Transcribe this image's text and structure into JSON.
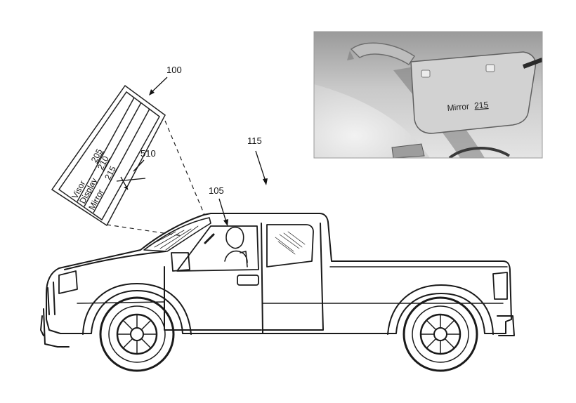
{
  "labels": {
    "ref_100": "100",
    "ref_105": "105",
    "ref_115": "115",
    "ref_510": "510"
  },
  "visor_panel": {
    "visor_word": "Visor",
    "visor_num": "205",
    "display_word": "Display",
    "display_num": "210",
    "mirror_word": "Mirror",
    "mirror_num": "215"
  },
  "photo_inset": {
    "mirror_word": "Mirror",
    "mirror_num": "215"
  },
  "colors": {
    "line": "#1a1a1a",
    "photo_dark": "#8a8a8a",
    "photo_light": "#d9d9d9"
  }
}
